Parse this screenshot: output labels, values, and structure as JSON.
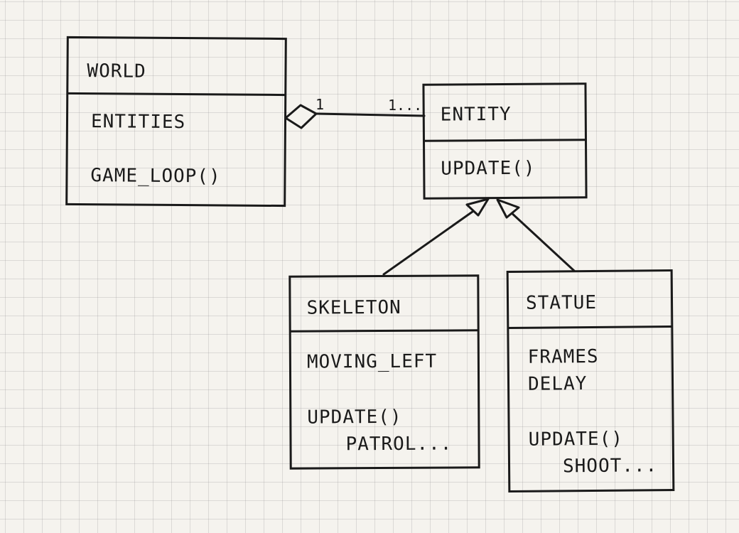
{
  "classes": {
    "world": {
      "name": "WORLD",
      "attributes": [
        "ENTITIES"
      ],
      "methods": [
        "GAME_LOOP()"
      ]
    },
    "entity": {
      "name": "ENTITY",
      "methods": [
        "UPDATE()"
      ]
    },
    "skeleton": {
      "name": "SKELETON",
      "attributes": [
        "MOVING_LEFT"
      ],
      "methods": [
        "UPDATE()",
        "PATROL..."
      ]
    },
    "statue": {
      "name": "STATUE",
      "attributes": [
        "FRAMES",
        "DELAY"
      ],
      "methods": [
        "UPDATE()",
        "SHOOT..."
      ]
    }
  },
  "relationships": {
    "aggregation": {
      "from": "world",
      "to": "entity",
      "from_multiplicity": "1",
      "to_multiplicity": "1..."
    },
    "inheritance": [
      {
        "child": "skeleton",
        "parent": "entity"
      },
      {
        "child": "statue",
        "parent": "entity"
      }
    ]
  }
}
